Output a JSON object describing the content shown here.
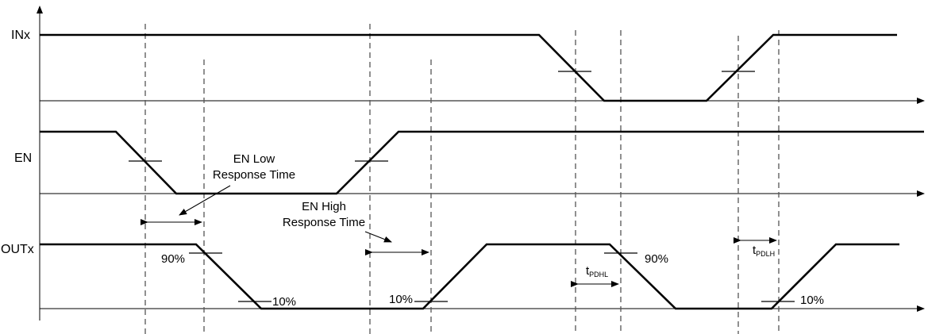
{
  "signals": {
    "in": "INx",
    "en": "EN",
    "out": "OUTx"
  },
  "annotations": {
    "en_low_line1": "EN Low",
    "en_low_line2": "Response Time",
    "en_high_line1": "EN High",
    "en_high_line2": "Response Time",
    "pct90_a": "90%",
    "pct10_a": "10%",
    "pct10_b": "10%",
    "pct90_b": "90%",
    "pct10_c": "10%",
    "tpdhl_main": "t",
    "tpdhl_sub": "PDHL",
    "tpdlh_main": "t",
    "tpdlh_sub": "PDLH"
  }
}
